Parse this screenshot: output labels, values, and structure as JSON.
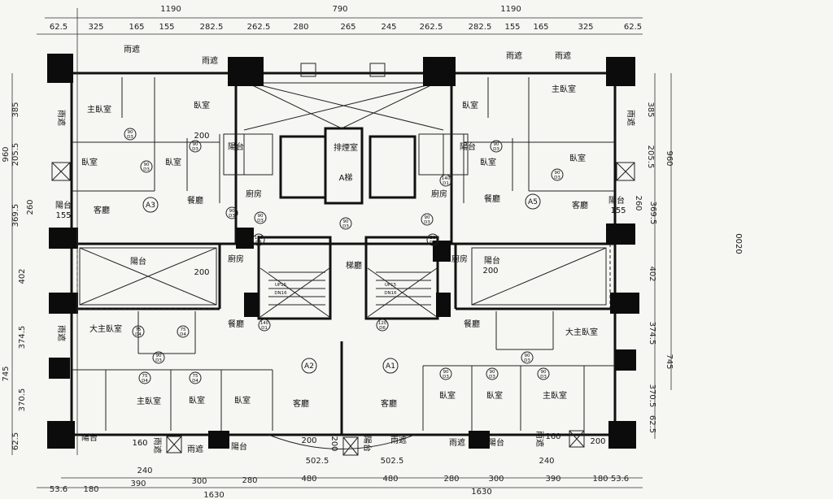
{
  "title_note": "0020",
  "units": [
    "A3",
    "A5",
    "A2",
    "A1"
  ],
  "rooms": {
    "a3": [
      "主臥室",
      "臥室",
      "臥室",
      "臥室",
      "餐廳",
      "客廳",
      "陽台",
      "廚房"
    ],
    "core": [
      "排煙室",
      "A梯",
      "梯廳"
    ],
    "a5": [
      "主臥室",
      "臥室",
      "臥室",
      "臥室",
      "餐廳",
      "客廳",
      "陽台",
      "廚房"
    ],
    "mid": [
      "陽台",
      "200",
      "廚房",
      "廚房",
      "陽台",
      "200"
    ],
    "a2": [
      "大主臥室",
      "餐廳",
      "主臥室",
      "臥室",
      "臥室",
      "客廳"
    ],
    "a1": [
      "大主臥室",
      "餐廳",
      "主臥室",
      "臥室",
      "臥室",
      "客廳"
    ],
    "perimeter": [
      "雨遮",
      "雨遮",
      "雨遮",
      "雨遮",
      "雨遮",
      "雨遮",
      "陽台",
      "155",
      "陽台",
      "155",
      "雨遮",
      "陽台",
      "160",
      "雨遮",
      "雨遮",
      "陽台",
      "200",
      "200",
      "陽台",
      "雨遮",
      "雨遮",
      "陽台",
      "160",
      "雨遮",
      "200",
      "200"
    ]
  },
  "stair_notes": [
    "UP15",
    "DN16",
    "UP15",
    "DN16"
  ],
  "dimensions": {
    "top_overall": [
      "1190",
      "790",
      "1190"
    ],
    "top_segments": [
      "62.5",
      "325",
      "165",
      "155",
      "282.5",
      "262.5",
      "280",
      "265",
      "245",
      "262.5",
      "282.5",
      "155",
      "165",
      "325",
      "62.5"
    ],
    "bottom": [
      "53.6",
      "180",
      "390",
      "300",
      "280",
      "480",
      "480",
      "280",
      "300",
      "390",
      "180",
      "53.6",
      "240",
      "240",
      "502.5",
      "502.5",
      "1630",
      "1630"
    ],
    "left": [
      "960",
      "385",
      "205.5",
      "369.5",
      "260",
      "402",
      "745",
      "374.5",
      "370.5",
      "62.5"
    ],
    "right": [
      "385",
      "205.5",
      "369.5",
      "260",
      "960",
      "402",
      "374.5",
      "745",
      "370.5",
      "62.5"
    ]
  },
  "door_tags": [
    [
      "90",
      "D3"
    ],
    [
      "90",
      "D3"
    ],
    [
      "90",
      "D3"
    ],
    [
      "90",
      "D3"
    ],
    [
      "90",
      "D3"
    ],
    [
      "90",
      "D3"
    ],
    [
      "90",
      "D3"
    ],
    [
      "90",
      "D3"
    ],
    [
      "140",
      "D1"
    ],
    [
      "140",
      "D1"
    ],
    [
      "120",
      "D6"
    ],
    [
      "120",
      "D6"
    ],
    [
      "90",
      "D3"
    ],
    [
      "90",
      "D3"
    ],
    [
      "90",
      "D3"
    ],
    [
      "75",
      "D4"
    ],
    [
      "75",
      "D4"
    ],
    [
      "90",
      "D3"
    ],
    [
      "90",
      "D3"
    ],
    [
      "90",
      "D3"
    ],
    [
      "75",
      "D4"
    ],
    [
      "75",
      "D4"
    ],
    [
      "90",
      "D3"
    ]
  ]
}
